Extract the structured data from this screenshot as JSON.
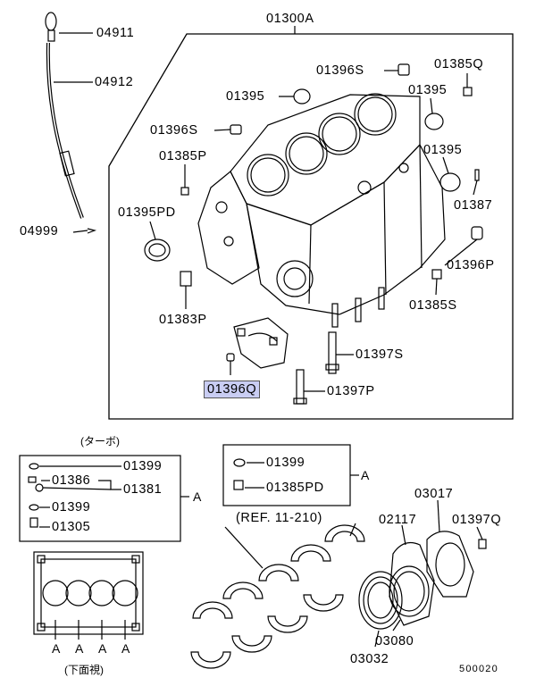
{
  "main_box": {
    "title": "01300A",
    "callouts": [
      "01396S",
      "01385Q",
      "01395",
      "01395",
      "01396S",
      "01385P",
      "01395",
      "01395PD",
      "01387",
      "01396P",
      "01385S",
      "01383P",
      "01397S",
      "01396Q",
      "01397P"
    ],
    "highlight_color": "#c9cdf3"
  },
  "dipstick": {
    "labels": [
      "04911",
      "04912",
      "04999"
    ]
  },
  "turbo_box": {
    "caption": "(ターボ)",
    "labels": [
      "01399",
      "01386",
      "01381",
      "01399",
      "01305"
    ],
    "ref_letter": "A"
  },
  "small_box": {
    "labels": [
      "01399",
      "01385PD"
    ],
    "ref_letter": "A"
  },
  "underside": {
    "caption": "(下面視)",
    "markers": [
      "A",
      "A",
      "A",
      "A"
    ]
  },
  "seal_group": {
    "ref_text": "(REF. 11-210)",
    "labels": [
      "03017",
      "02117",
      "01397Q",
      "03080",
      "03032"
    ]
  },
  "figure_number": "500020"
}
